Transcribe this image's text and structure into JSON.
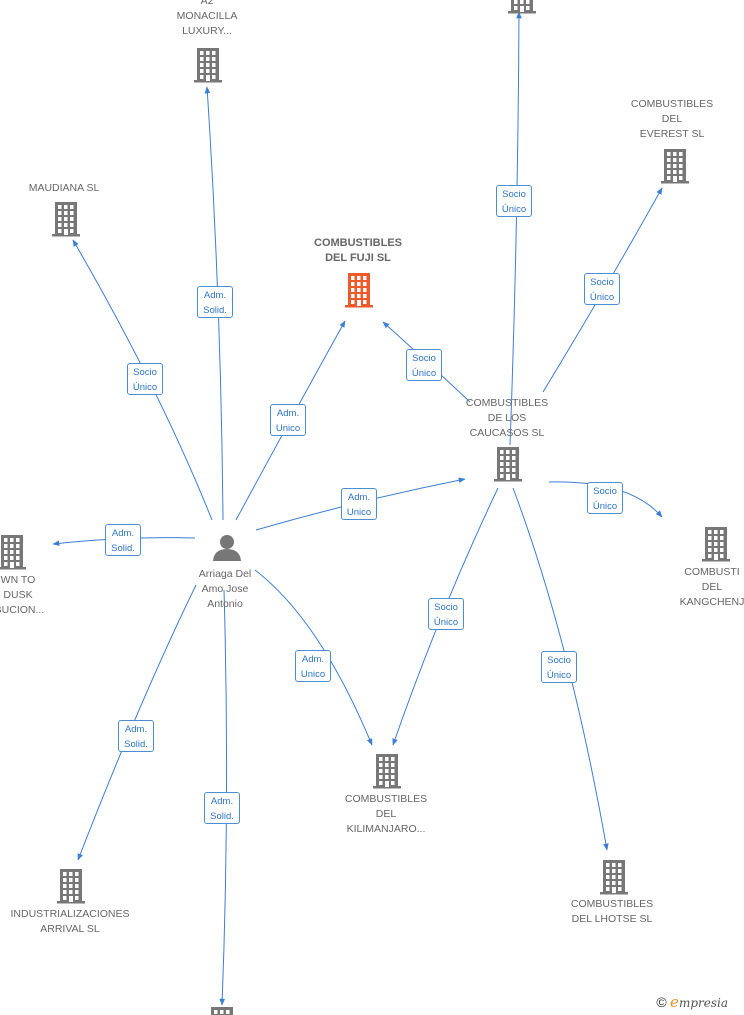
{
  "colors": {
    "edge": "#3d7fd4",
    "company": "#777777",
    "highlight": "#ef5a2d",
    "person": "#777777"
  },
  "nodes": [
    {
      "id": "a2",
      "label": "A2\nMONACILLA\nLUXURY...",
      "icon": "building-icon"
    },
    {
      "id": "top",
      "label": "",
      "icon": "building-icon"
    },
    {
      "id": "everest",
      "label": "COMBUSTIBLES\nDEL\nEVEREST  SL",
      "icon": "building-icon"
    },
    {
      "id": "maudiana",
      "label": "MAUDIANA  SL",
      "icon": "building-icon"
    },
    {
      "id": "fuji",
      "label": "COMBUSTIBLES\nDEL FUJI  SL",
      "icon": "building-icon",
      "highlight": true
    },
    {
      "id": "caucasos",
      "label": "COMBUSTIBLES\nDE LOS\nCAUCASOS  SL",
      "icon": "building-icon"
    },
    {
      "id": "kangchen",
      "label": "COMBUSTI\nDEL\nKANGCHENJ",
      "icon": "building-icon"
    },
    {
      "id": "dusk",
      "label": "WN TO\nDUSK\nIBUCION...",
      "icon": "building-icon"
    },
    {
      "id": "person",
      "label": "Arriaga Del\nAmo Jose\nAntonio",
      "icon": "person-icon"
    },
    {
      "id": "kilimanjaro",
      "label": "COMBUSTIBLES\nDEL\nKILIMANJARO...",
      "icon": "building-icon"
    },
    {
      "id": "industrial",
      "label": "INDUSTRIALIZACIONES\nARRIVAL  SL",
      "icon": "building-icon"
    },
    {
      "id": "lhotse",
      "label": "COMBUSTIBLES\nDEL LHOTSE  SL",
      "icon": "building-icon"
    },
    {
      "id": "bottom",
      "label": "",
      "icon": "building-icon"
    }
  ],
  "edges": [
    {
      "from": "person",
      "to": "a2",
      "label": "Adm.\nSolid."
    },
    {
      "from": "person",
      "to": "maudiana",
      "label": "Socio\nÚnico"
    },
    {
      "from": "person",
      "to": "fuji",
      "label": "Adm.\nUnico"
    },
    {
      "from": "person",
      "to": "caucasos",
      "label": "Adm.\nUnico"
    },
    {
      "from": "person",
      "to": "dusk",
      "label": "Adm.\nSolid."
    },
    {
      "from": "person",
      "to": "kilimanjaro",
      "label": "Adm.\nUnico"
    },
    {
      "from": "person",
      "to": "industrial",
      "label": "Adm.\nSolid."
    },
    {
      "from": "person",
      "to": "bottom",
      "label": "Adm.\nSolid."
    },
    {
      "from": "caucasos",
      "to": "top",
      "label": "Socio\nÚnico"
    },
    {
      "from": "caucasos",
      "to": "everest",
      "label": "Socio\nÚnico"
    },
    {
      "from": "caucasos",
      "to": "fuji",
      "label": "Socio\nÚnico"
    },
    {
      "from": "caucasos",
      "to": "kangchen",
      "label": "Socio\nÚnico"
    },
    {
      "from": "caucasos",
      "to": "kilimanjaro",
      "label": "Socio\nÚnico"
    },
    {
      "from": "caucasos",
      "to": "lhotse",
      "label": "Socio\nÚnico"
    }
  ],
  "watermark": {
    "symbol": "©",
    "brand_initial": "e",
    "brand_rest": "mpresia"
  }
}
